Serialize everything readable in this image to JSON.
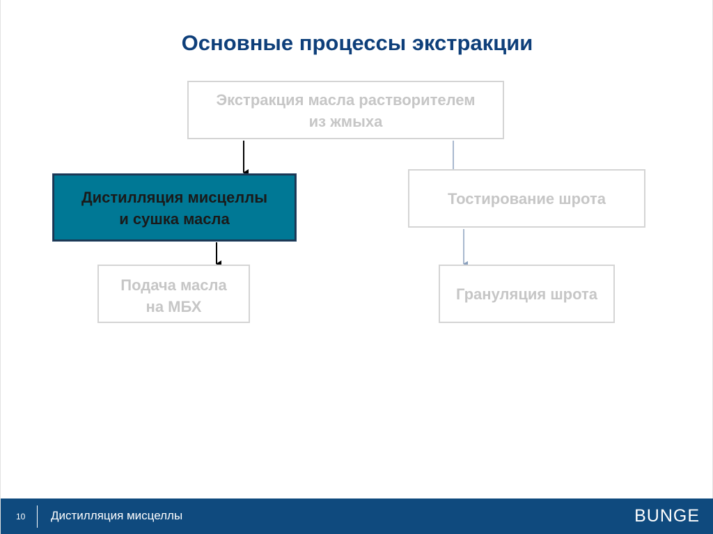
{
  "slide": {
    "title": "Основные процессы экстракции"
  },
  "diagram": {
    "nodes": [
      {
        "id": "extraction",
        "label": "Экстракция масла растворителем\nиз жмыха",
        "state": "inactive"
      },
      {
        "id": "distill",
        "label": "Дистилляция мисцеллы\nи сушка масла",
        "state": "active"
      },
      {
        "id": "toast",
        "label": "Тостирование шрота",
        "state": "inactive"
      },
      {
        "id": "feed",
        "label": "Подача масла\nна МБХ",
        "state": "inactive"
      },
      {
        "id": "gran",
        "label": "Грануляция шрота",
        "state": "inactive"
      }
    ],
    "edges": [
      {
        "from": "extraction",
        "to": "distill",
        "style": "dark"
      },
      {
        "from": "extraction",
        "to": "toast",
        "style": "light"
      },
      {
        "from": "distill",
        "to": "feed",
        "style": "dark"
      },
      {
        "from": "toast",
        "to": "gran",
        "style": "light"
      }
    ],
    "colors": {
      "active_fill": "#007895",
      "title": "#0e3f7a",
      "footer": "#0f4a7e"
    }
  },
  "footer": {
    "page_number": "10",
    "section": "Дистилляция мисцеллы",
    "logo": "BUNGE"
  }
}
